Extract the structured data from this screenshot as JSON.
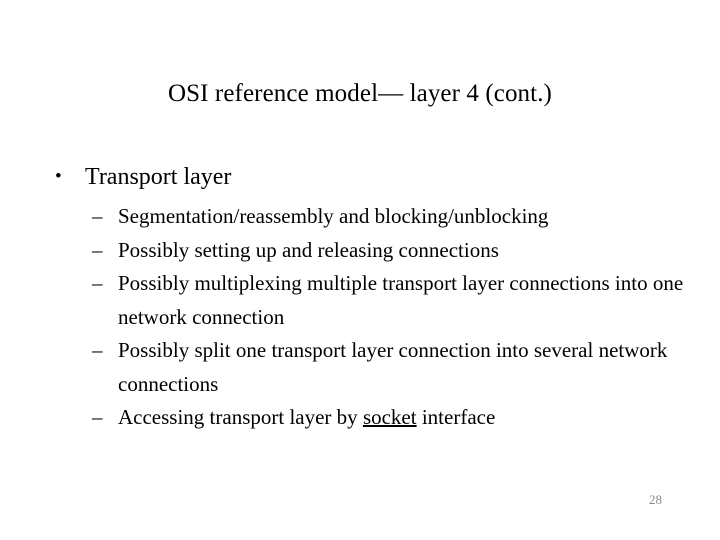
{
  "slide": {
    "title": "OSI reference model— layer 4 (cont.)",
    "page_number": "28",
    "colors": {
      "background": "#ffffff",
      "text": "#000000",
      "page_number": "#8a8a8a"
    },
    "bullets": [
      {
        "marker": "•",
        "label": "Transport layer",
        "children": [
          {
            "marker": "–",
            "text_before": "Segmentation/reassembly and blocking/unblocking",
            "underlined": "",
            "text_after": ""
          },
          {
            "marker": "–",
            "text_before": "Possibly setting up and releasing connections",
            "underlined": "",
            "text_after": ""
          },
          {
            "marker": "–",
            "text_before": "Possibly multiplexing multiple transport layer connections into one network connection",
            "underlined": "",
            "text_after": ""
          },
          {
            "marker": "–",
            "text_before": "Possibly split one transport layer connection into several network connections",
            "underlined": "",
            "text_after": ""
          },
          {
            "marker": "–",
            "text_before": "Accessing transport layer by ",
            "underlined": "socket",
            "text_after": " interface"
          }
        ]
      }
    ]
  }
}
